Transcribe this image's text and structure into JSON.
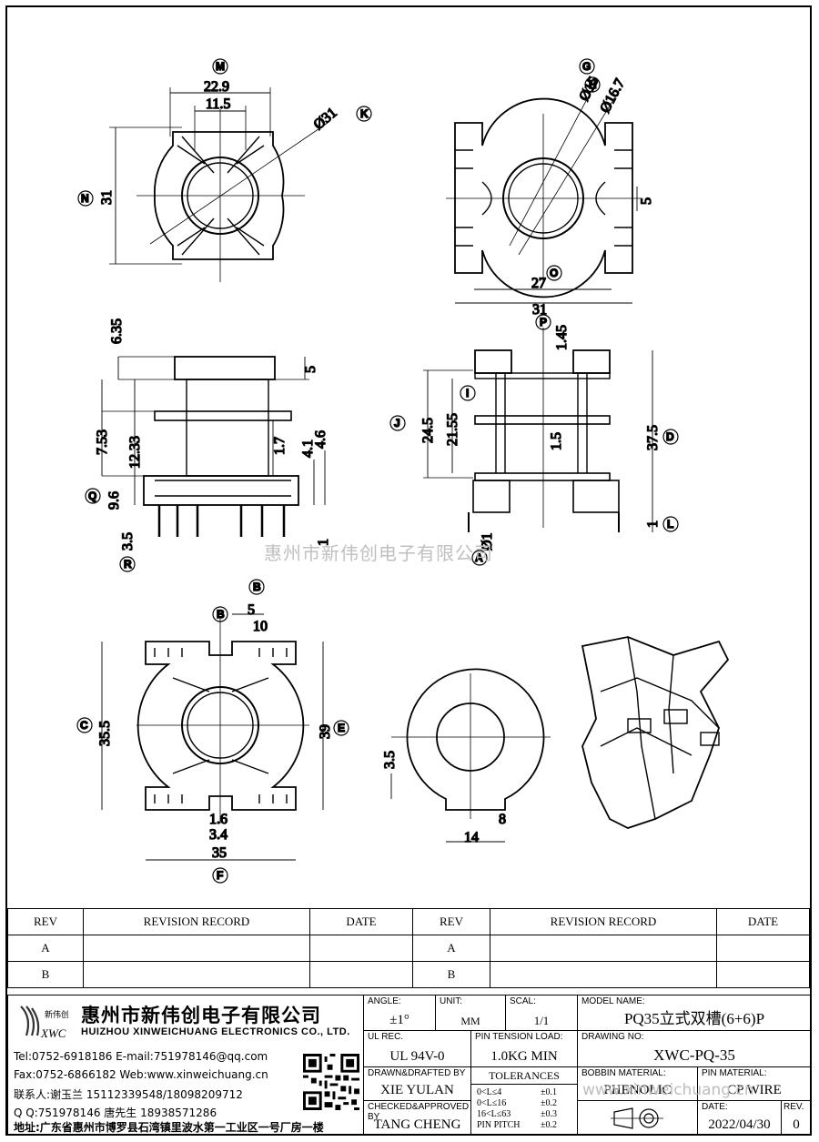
{
  "views": {
    "front": {
      "dim_top_outer": "22.9",
      "dim_top_inner": "11.5",
      "dim_diameter": "Ø31",
      "dim_height": "31",
      "marker_top": "M",
      "marker_diam": "K",
      "marker_left": "N"
    },
    "top": {
      "dim_d1": "Ø15",
      "dim_d2": "Ø16.7",
      "dim_slot": "5",
      "dim_w1": "27",
      "dim_w2": "31",
      "marker_g": "G",
      "marker_h": "H",
      "marker_o": "O"
    },
    "side_left": {
      "d1": "6.35",
      "d2": "5",
      "d3": "7.53",
      "d4": "12.33",
      "d5": "1.7",
      "d6": "4.1",
      "d7": "4.6",
      "d8": "9.6",
      "d9": "3.5",
      "d10": "1",
      "marker_q": "Q",
      "marker_r": "R"
    },
    "side_right": {
      "d1": "1.45",
      "d2": "24.5",
      "d3": "21.55",
      "d4": "1.5",
      "d5": "37.5",
      "d6": "1",
      "d7": "Ø1",
      "marker_p": "P",
      "marker_i": "I",
      "marker_j": "J",
      "marker_d": "D",
      "marker_l": "L",
      "marker_a": "A"
    },
    "bottom": {
      "d1": "5",
      "d2": "10",
      "d3": "35.5",
      "d4": "39",
      "d5": "1.6",
      "d6": "3.4",
      "d7": "35",
      "marker_b1": "B",
      "marker_b2": "B",
      "marker_c": "C",
      "marker_e": "E",
      "marker_f": "F"
    },
    "ring": {
      "d1": "3.5",
      "d2": "8",
      "d3": "14"
    }
  },
  "watermark": "惠州市新伟创电子有限公司",
  "watermark_url": "www.xinweichuang.cn",
  "revision_table": {
    "headers": [
      "REV",
      "REVISION RECORD",
      "DATE",
      "REV",
      "REVISION RECORD",
      "DATE"
    ],
    "rows": [
      [
        "A",
        "",
        "",
        "A",
        "",
        ""
      ],
      [
        "B",
        "",
        "",
        "B",
        "",
        ""
      ]
    ]
  },
  "company": {
    "logo_text": "新伟创",
    "logo_sub": "XWC",
    "name_cn": "惠州市新伟创电子有限公司",
    "name_en": "HUIZHOU XINWEICHUANG ELECTRONICS CO., LTD.",
    "tel": "Tel:0752-6918186 E-mail:751978146@qq.com",
    "fax": "Fax:0752-6866182 Web:www.xinweichuang.cn",
    "contact": "联系人:谢玉兰 15112339548/18098209712",
    "qq": "Q Q:751978146    唐先生 18938571286",
    "address": "地址:广东省惠州市博罗县石湾镇里波水第一工业区一号厂房一楼"
  },
  "title_block": {
    "angle_cap": "ANGLE:",
    "angle": "±1°",
    "unit_cap": "UNIT:",
    "unit": "MM",
    "scale_cap": "SCAL:",
    "scale": "1/1",
    "model_cap": "MODEL NAME:",
    "model": "PQ35立式双槽(6+6)P",
    "ul_cap": "UL REC.",
    "ul": "UL 94V-0",
    "pin_tension_cap": "PIN TENSION LOAD:",
    "pin_tension": "1.0KG MIN",
    "drawing_no_cap": "DRAWING NO:",
    "drawing_no": "XWC-PQ-35",
    "drawn_cap": "DRAWN&DRAFTED BY",
    "drawn": "XIE YULAN",
    "tol_cap": "TOLERANCES",
    "tol1": "0<L≤4",
    "tol1v": "±0.1",
    "tol2": "0<L≤16",
    "tol2v": "±0.2",
    "tol3": "16<L≤63",
    "tol3v": "±0.3",
    "tol4": "PIN PITCH",
    "tol4v": "±0.2",
    "bobbin_cap": "BOBBIN MATERIAL:",
    "bobbin": "PHENOLIC",
    "pinmat_cap": "PIN MATERIAL:",
    "pinmat": "CP WIRE",
    "checked_cap": "CHECKED&APPROVED BY",
    "checked": "TANG CHENG",
    "date_cap": "DATE:",
    "date": "2022/04/30",
    "rev_cap": "REV.",
    "rev": "0"
  }
}
